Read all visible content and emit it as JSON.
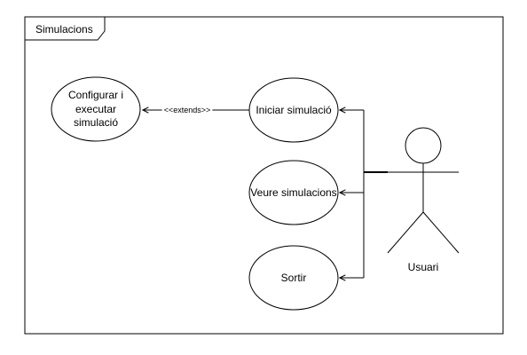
{
  "frame": {
    "title": "Simulacions"
  },
  "use_cases": {
    "configure": {
      "line1": "Configurar i",
      "line2": "executar",
      "line3": "simulació"
    },
    "start": {
      "label": "Iniciar simulació"
    },
    "view": {
      "label": "Veure simulacions"
    },
    "exit": {
      "label": "Sortir"
    }
  },
  "relations": {
    "extends": "<<extends>>"
  },
  "actor": {
    "label": "Usuari"
  },
  "colors": {
    "stroke": "#000000",
    "background": "#ffffff"
  }
}
